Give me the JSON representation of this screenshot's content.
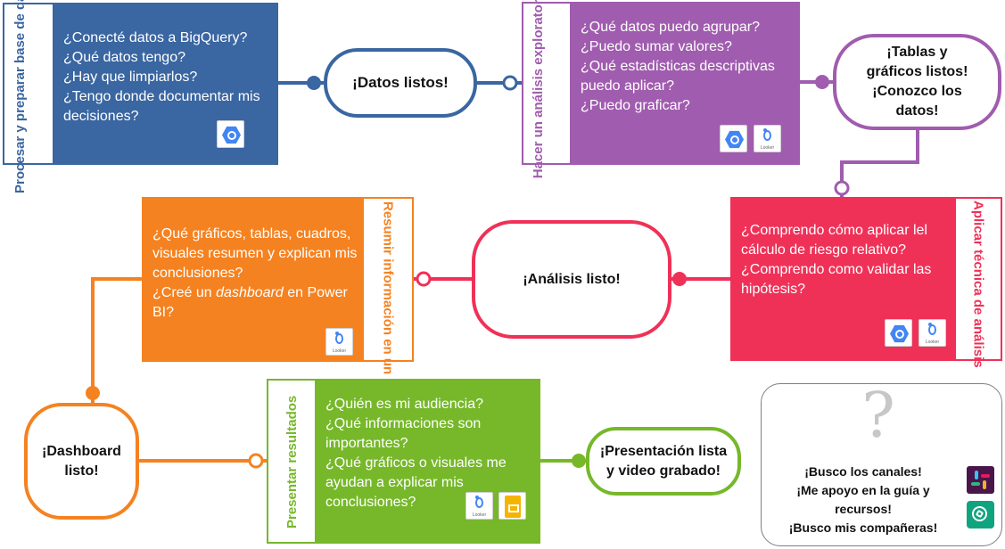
{
  "colors": {
    "blue": "#3a66a1",
    "purple": "#a05cae",
    "pink": "#ef3158",
    "orange": "#f58220",
    "green": "#76b82a"
  },
  "stages": {
    "prepare": {
      "label": "Procesar y preparar base de datos",
      "questions": [
        "¿Conecté datos a BigQuery?",
        "¿Qué datos tengo?",
        "¿Hay que limpiarlos?",
        "¿Tengo donde documentar mis decisiones?"
      ],
      "tools": [
        "bigquery-icon"
      ]
    },
    "explore": {
      "label": "Hacer un análisis exploratorio",
      "questions": [
        "¿Qué datos puedo agrupar?",
        "¿Puedo sumar valores?",
        "¿Qué estadísticas descriptivas puedo aplicar?",
        "¿Puedo graficar?"
      ],
      "tools": [
        "bigquery-icon",
        "looker-studio-icon"
      ]
    },
    "analyze": {
      "label": "Aplicar técnica de análisis",
      "questions": [
        "¿Comprendo cómo aplicar lel cálculo de riesgo relativo?",
        "¿Comprendo como validar las hipótesis?"
      ],
      "tools": [
        "bigquery-icon",
        "looker-studio-icon"
      ]
    },
    "summarize": {
      "label": "Resumir información en un dashboard",
      "questions": [
        "¿Qué gráficos, tablas, cuadros, visuales resumen y explican mis conclusiones?",
        "¿Creé un dashboard en Power BI?"
      ],
      "tools": [
        "looker-studio-icon"
      ]
    },
    "present": {
      "label": "Presentar resultados",
      "questions": [
        "¿Quién es mi audiencia?",
        "¿Qué informaciones son importantes?",
        "¿Qué gráficos o visuales me ayudan a explicar mis conclusiones?"
      ],
      "tools": [
        "looker-studio-icon",
        "google-slides-icon"
      ]
    }
  },
  "milestones": {
    "data_ready": "¡Datos listos!",
    "tables_ready": "¡Tablas y gráficos  listos! ¡Conozco los datos!",
    "analysis_ready": "¡Análisis listo!",
    "dashboard_ready": "¡Dashboard listo!",
    "presentation_ready": "¡Presentación lista y video grabado!"
  },
  "help": {
    "mark": "?",
    "lines": [
      "¡Busco los canales!",
      "¡Me apoyo en la guía y recursos!",
      "¡Busco mis compañeras!"
    ],
    "tools": [
      "slack-icon",
      "chatgpt-icon"
    ]
  }
}
